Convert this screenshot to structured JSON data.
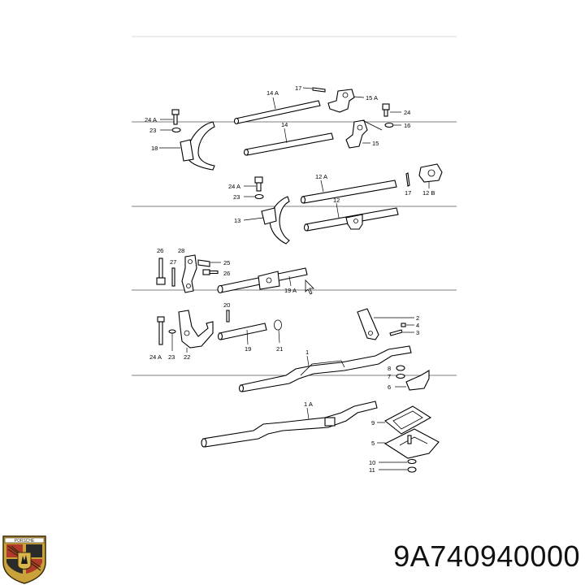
{
  "part_number": "9A740940000",
  "logo": {
    "text": "PORSCHE"
  },
  "labels": {
    "l14a": "14 A",
    "l17a": "17",
    "l15a": "15 A",
    "l24a1": "24 A",
    "l23a": "23",
    "l18": "18",
    "l14": "14",
    "l24": "24",
    "l16": "16",
    "l15": "15",
    "l12a": "12 A",
    "l24a2": "24 A",
    "l23b": "23",
    "l17b": "17",
    "l12b": "12 B",
    "l12": "12",
    "l13": "13",
    "l26a": "26",
    "l28": "28",
    "l27": "27",
    "l25": "25",
    "l26b": "26",
    "l19a": "19 A",
    "l20": "20",
    "l2": "2",
    "l4": "4",
    "l3": "3",
    "l24a3": "24 A",
    "l23c": "23",
    "l22": "22",
    "l19": "19",
    "l21": "21",
    "l1": "1",
    "l8": "8",
    "l7": "7",
    "l6": "6",
    "l1a": "1 A",
    "l9": "9",
    "l5": "5",
    "l10": "10",
    "l11": "11"
  }
}
